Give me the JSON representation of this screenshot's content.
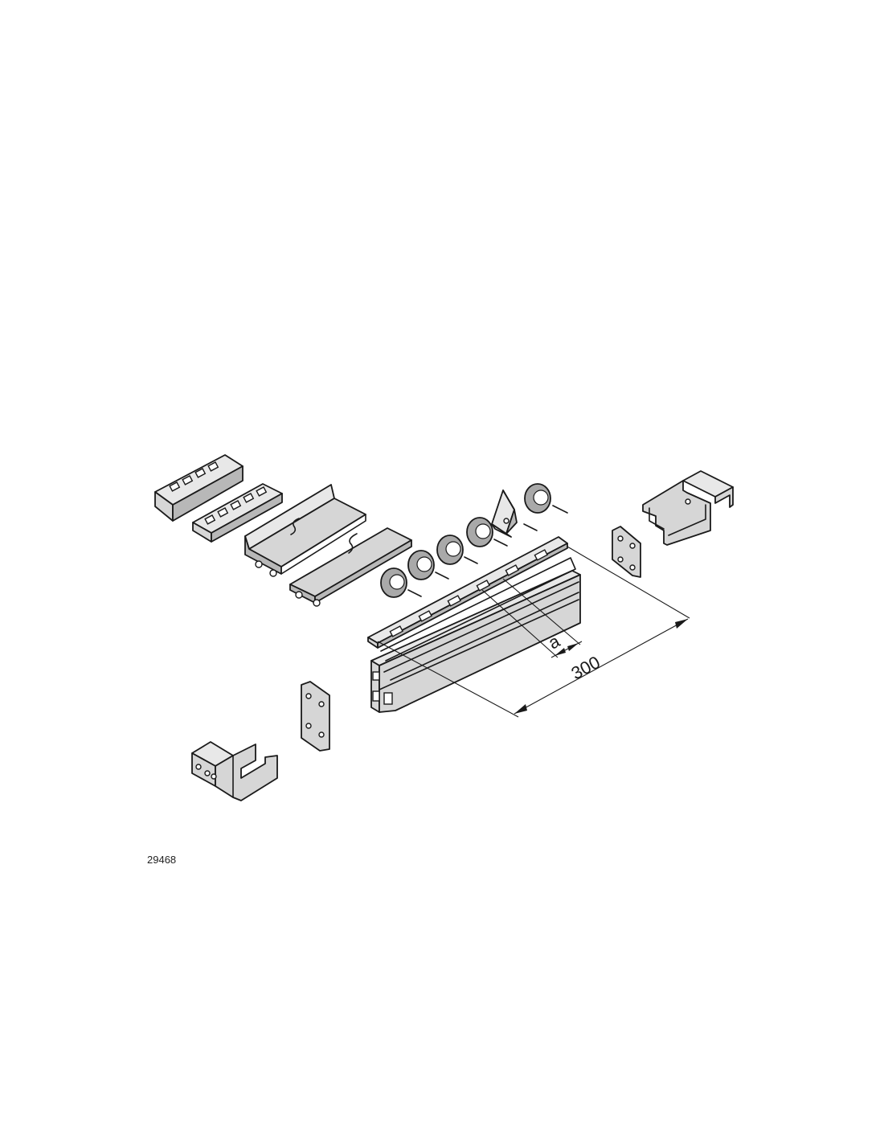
{
  "drawing": {
    "dimension_a": "a",
    "dimension_300": "300"
  },
  "figure_id": "29468"
}
